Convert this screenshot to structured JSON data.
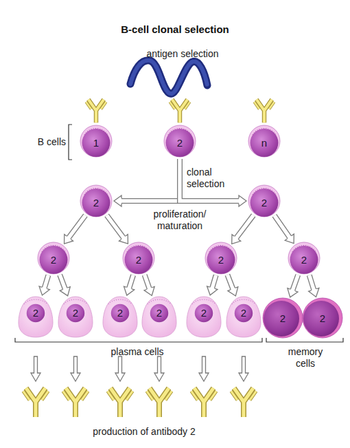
{
  "diagram": {
    "title": "B-cell clonal selection",
    "nodes": [
      {
        "text": [
          "1"
        ]
      },
      {
        "text": [
          "2"
        ]
      },
      {
        "text": [
          "n"
        ]
      },
      {
        "text": [
          "2"
        ]
      },
      {
        "text": [
          "2"
        ]
      },
      {
        "text": [
          "2"
        ]
      },
      {
        "text": [
          "2"
        ]
      },
      {
        "text": [
          "2"
        ]
      },
      {
        "text": [
          "2"
        ]
      },
      {
        "text": [
          "2"
        ]
      },
      {
        "text": [
          "2"
        ]
      },
      {
        "text": [
          "2"
        ]
      },
      {
        "text": [
          "2"
        ]
      },
      {
        "text": [
          "2"
        ]
      },
      {
        "text": [
          "2"
        ]
      },
      {
        "text": [
          "2"
        ]
      },
      {
        "text": [
          "2"
        ]
      }
    ],
    "edges": [
      {
        "from": 1,
        "to": 3,
        "arrow": "to"
      },
      {
        "from": 1,
        "to": 4,
        "arrow": "to"
      },
      {
        "from": 3,
        "to": 5,
        "arrow": "to"
      },
      {
        "from": 3,
        "to": 6,
        "arrow": "to"
      },
      {
        "from": 4,
        "to": 7,
        "arrow": "to"
      },
      {
        "from": 4,
        "to": 8,
        "arrow": "to"
      },
      {
        "from": 5,
        "to": 9,
        "arrow": "to"
      },
      {
        "from": 5,
        "to": 10,
        "arrow": "to"
      },
      {
        "from": 6,
        "to": 11,
        "arrow": "to"
      },
      {
        "from": 6,
        "to": 12,
        "arrow": "to"
      },
      {
        "from": 7,
        "to": 13,
        "arrow": "to"
      },
      {
        "from": 7,
        "to": 14,
        "arrow": "to"
      },
      {
        "from": 8,
        "to": 15,
        "arrow": "to"
      },
      {
        "from": 8,
        "to": 16,
        "arrow": "to"
      }
    ],
    "labels": [
      "antigen selection",
      "B cells",
      "clonal selection",
      "proliferation/ maturation",
      "plasma cells",
      "memory cells",
      "production of antibody 2"
    ]
  }
}
